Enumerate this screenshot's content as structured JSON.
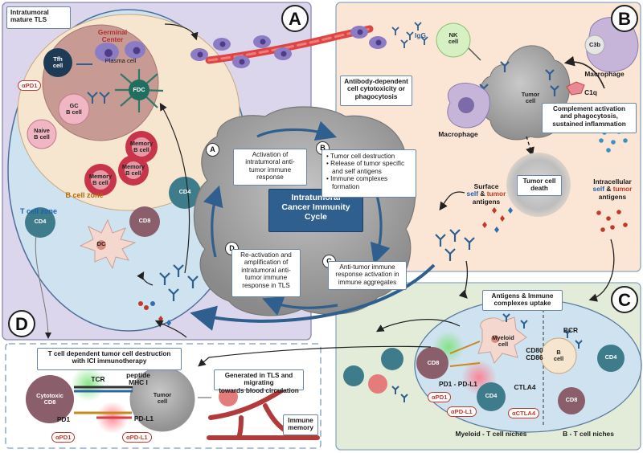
{
  "panel_letters": {
    "a": "A",
    "b": "B",
    "c": "C",
    "d": "D"
  },
  "panel_a": {
    "title": "Intratumoral\nmature TLS",
    "germinal_center": "Germinal\nCenter",
    "b_cell_zone": "B cell zone",
    "t_cell_zone": "T cell zone",
    "tfh": "Tfh\ncell",
    "plasma": "Plasma cell",
    "gc_b": "GC\nB cell",
    "fdc": "FDC",
    "naive_b": "Naive\nB cell",
    "memory_b1": "Memory\nB cell",
    "memory_b2": "Memory\nB cell",
    "memory_b3": "Memory\nB cell",
    "cd4": "CD4",
    "cd4_b": "CD4",
    "cd8": "CD8",
    "dc": "DC",
    "apd1": "αPD1"
  },
  "panel_b": {
    "igg": "IgG",
    "nk": "NK\ncell",
    "tumor": "Tumor\ncell",
    "c3b": "C3b",
    "macrophage_top": "Macrophage",
    "c1q": "C1q",
    "macrophage_bottom": "Macrophage",
    "adcc_box": "Antibody-dependent\ncell cytotoxicity or\nphagocytosis",
    "complement_box": "Complement activation\nand phagocytosis,\nsustained inflammation",
    "death": "Tumor cell\ndeath",
    "surface_a": "Surface",
    "surface_self": "self",
    "surface_amp": "&",
    "surface_tumor": "tumor",
    "surface_c": "antigens",
    "intra_a": "Intracellular",
    "intra_self": "self",
    "intra_amp": "&",
    "intra_tumor": "tumor",
    "intra_c": "antigens"
  },
  "cycle": {
    "center": "Intratumoral\nCancer Immunity\nCycle",
    "step_a_letter": "A",
    "step_a": "Activation of\nintratumoral anti-\ntumor immune\nresponse",
    "step_b_letter": "B",
    "step_b": [
      "Tumor cell destruction",
      "Release of tumor specific and self antigens",
      "Immune complexes formation"
    ],
    "step_c_letter": "C",
    "step_c": "Anti-tumor immune\nresponse activation in\nimmune aggregates",
    "step_d_letter": "D",
    "step_d": "Re-activation and\namplification of\nintratumoral anti-\ntumor immune\nresponse in TLS"
  },
  "panel_c": {
    "uptake": "Antigens & Immune\ncomplexes uptake",
    "myeloid": "Myeloid\ncell",
    "cd8": "CD8",
    "cd80": "CD80\nCD86",
    "pd1_pdl1": "PD1 - PD-L1",
    "apd1": "αPD1",
    "apdl1": "αPD-L1",
    "cd4": "CD4",
    "ctla4": "CTLA4",
    "actla4": "αCTLA4",
    "bcr": "BCR",
    "bcell": "B\ncell",
    "cd4_b": "CD4",
    "cd8_b": "CD8",
    "myeloid_niche": "Myeloid - T cell niches",
    "b_niche": "B - T cell niches"
  },
  "panel_d": {
    "title": "T cell dependent tumor cell destruction\nwith ICI immunotherapy",
    "tcr": "TCR",
    "peptide": "peptide\nMHC I",
    "cytotoxic": "Cytotoxic\nCD8",
    "tumor": "Tumor\ncell",
    "pd1": "PD1",
    "pdl1": "PD-L1",
    "apd1": "αPD1",
    "apdl1": "αPD-L1",
    "generated": "Generated in TLS and migrating\ntowards blood circulation",
    "memory": "Immune\nmemory"
  },
  "colors": {
    "panel_a_bg": "#dcd6ec",
    "panel_b_bg": "#fbe6d6",
    "panel_c_bg": "#e3ecd8",
    "panel_d_bg": "#ffffff",
    "accent_blue": "#2e5f8f",
    "drug_red": "#c0392b",
    "self_blue": "#1f5fb0",
    "tumor_red": "#c0392b"
  }
}
